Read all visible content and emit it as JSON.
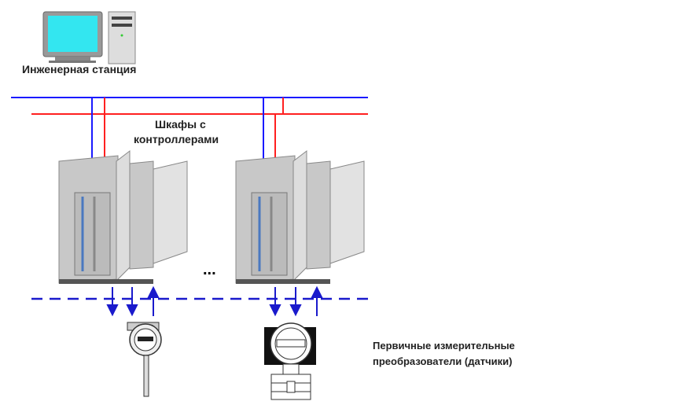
{
  "labels": {
    "station": "Инженерная станция",
    "cabinets_line1": "Шкафы с",
    "cabinets_line2": "контроллерами",
    "sensors_line1": "Первичные измерительные",
    "sensors_line2": "преобразователи (датчики)",
    "ellipsis": "..."
  },
  "colors": {
    "bus_blue": "#1a1aff",
    "bus_red": "#ff2020",
    "field_bus": "#1a1acc",
    "screen": "#33e6f0"
  }
}
